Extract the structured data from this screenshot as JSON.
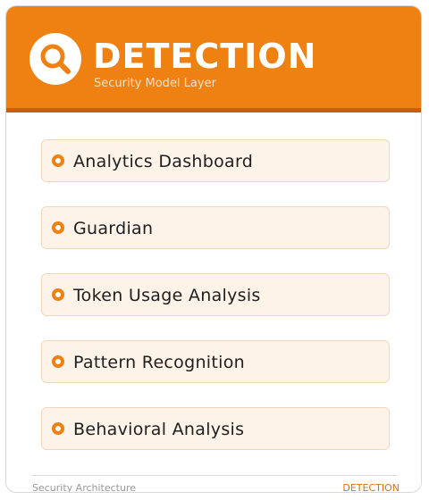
{
  "header": {
    "title": "DETECTION",
    "subtitle": "Security Model Layer",
    "icon": "magnifier-icon",
    "background_color": "#ef8012",
    "accent_color": "#c65f0b"
  },
  "items": [
    {
      "label": "Analytics Dashboard"
    },
    {
      "label": "Guardian"
    },
    {
      "label": "Token Usage Analysis"
    },
    {
      "label": "Pattern Recognition"
    },
    {
      "label": "Behavioral Analysis"
    }
  ],
  "footer": {
    "left": "Security Architecture",
    "right": "DETECTION"
  }
}
